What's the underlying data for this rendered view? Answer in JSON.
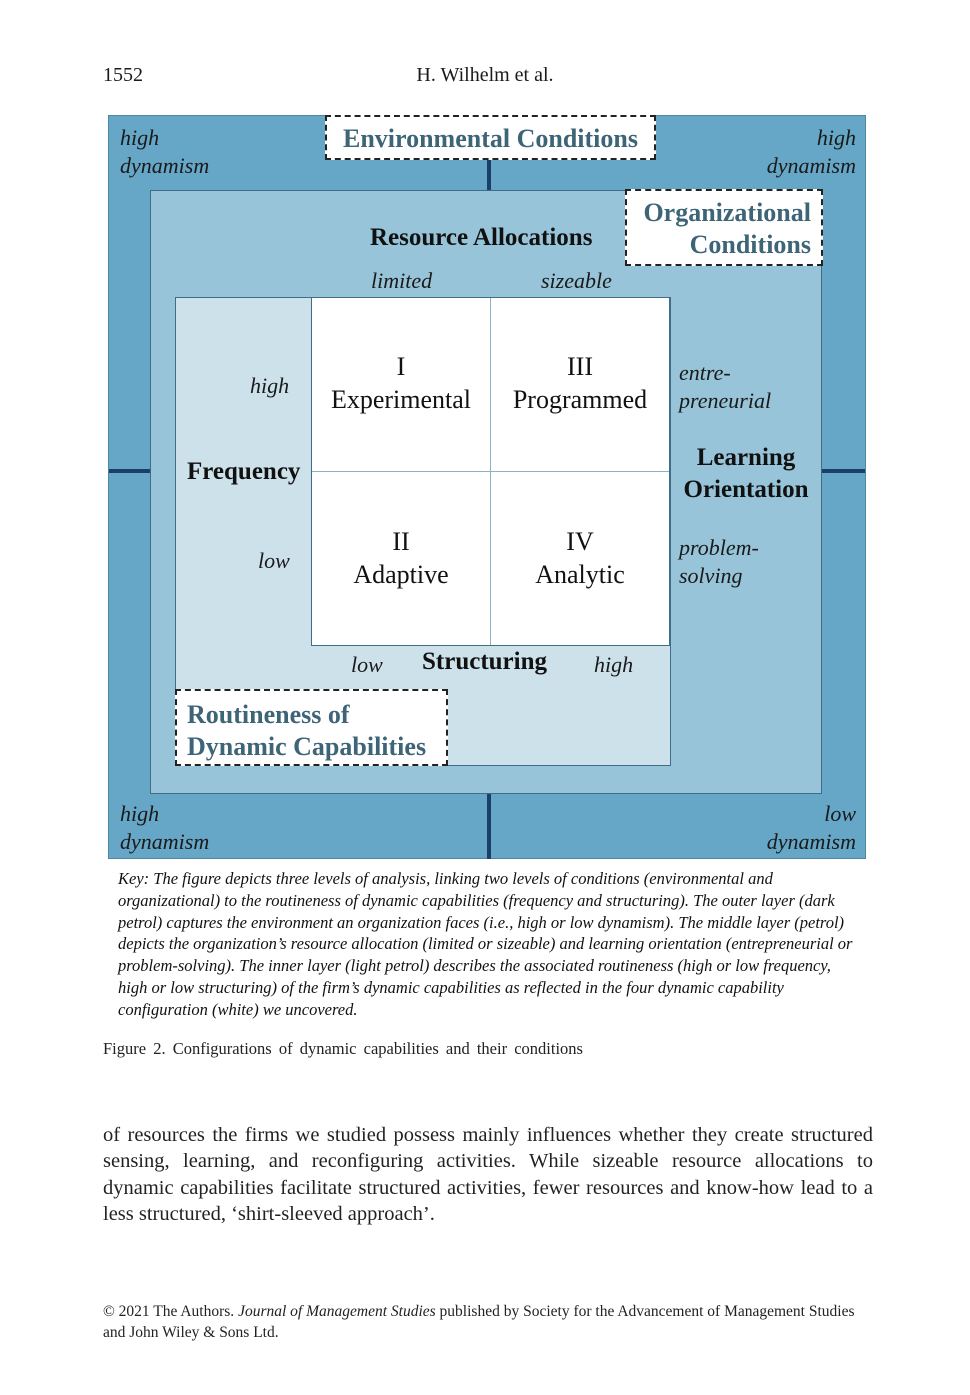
{
  "header": {
    "page_number": "1552",
    "running_head": "H. Wilhelm et al."
  },
  "figure": {
    "environmental_label": "Environmental Conditions",
    "organizational_label_line1": "Organizational",
    "organizational_label_line2": "Conditions",
    "routineness_label_line1": "Routineness of",
    "routineness_label_line2": "Dynamic Capabilities",
    "corners": {
      "top_left": [
        "high",
        "dynamism"
      ],
      "top_right": [
        "high",
        "dynamism"
      ],
      "bottom_left": [
        "high",
        "dynamism"
      ],
      "bottom_right": [
        "low",
        "dynamism"
      ]
    },
    "resource_allocations": {
      "title": "Resource Allocations",
      "low": "limited",
      "high": "sizeable"
    },
    "learning_orientation": {
      "title_line1": "Learning",
      "title_line2": "Orientation",
      "top_line1": "entre-",
      "top_line2": "preneurial",
      "bottom_line1": "problem-",
      "bottom_line2": "solving"
    },
    "frequency": {
      "title": "Frequency",
      "high": "high",
      "low": "low"
    },
    "structuring": {
      "title": "Structuring",
      "low": "low",
      "high": "high"
    },
    "quadrants": [
      {
        "numeral": "I",
        "name": "Experimental"
      },
      {
        "numeral": "III",
        "name": "Programmed"
      },
      {
        "numeral": "II",
        "name": "Adaptive"
      },
      {
        "numeral": "IV",
        "name": "Analytic"
      }
    ],
    "colors": {
      "outer_dark_petrol": "#66a6c6",
      "middle_petrol": "#97c4d8",
      "inner_light_petrol": "#cde1eb",
      "core_white": "#ffffff",
      "tick_navy": "#1b3f6b",
      "label_teal": "#3e6577"
    }
  },
  "key_text": "Key: The figure depicts three levels of analysis, linking two levels of conditions (environmental and organizational) to the routineness of dynamic capabilities (frequency and structuring). The outer layer (dark petrol) captures the environment an organization faces (i.e., high or low dynamism). The middle layer (petrol) depicts the organization’s resource allocation (limited or sizeable) and learning orientation (entrepreneurial or problem-solving). The inner layer (light petrol) describes the associated routineness (high or low frequency, high or low structuring) of the firm’s dynamic capabilities as reflected in the four dynamic capability configuration (white) we uncovered.",
  "caption": "Figure 2. Configurations of dynamic capabilities and their conditions",
  "body_paragraph": "of resources the firms we studied possess mainly influences whether they create structured sensing, learning, and reconfiguring activities. While sizeable resource allocations to dynamic capabilities facilitate structured activities, fewer resources and know-how lead to a less structured, ‘shirt-sleeved approach’.",
  "footer": {
    "copyright": "© 2021 The Authors.",
    "journal": "Journal of Management Studies",
    "publisher_text": "published by Society for the Advancement of Management Studies and John Wiley & Sons Ltd."
  }
}
